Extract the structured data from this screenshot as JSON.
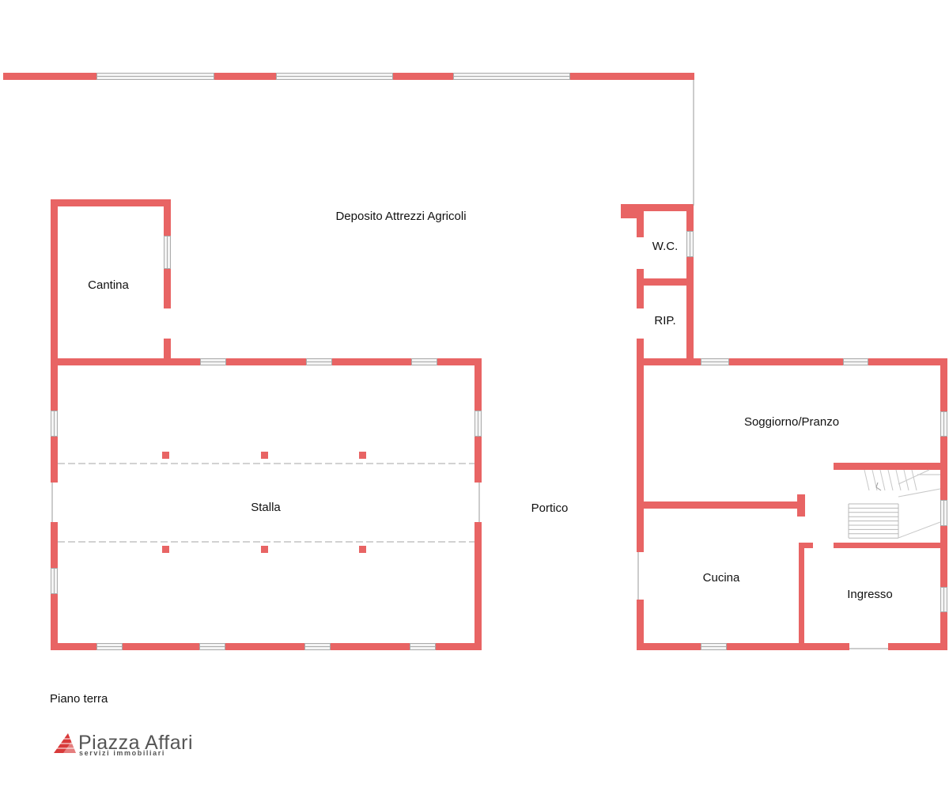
{
  "colors": {
    "wall": "#e86464",
    "window_glass": "#f4f4f4",
    "window_frame": "#aaaaaa",
    "outline": "#9a9a9a",
    "beam_line": "#c4c4c4",
    "logo_red": "#d83a3a"
  },
  "plan": {
    "rooms": {
      "deposito": "Deposito Attrezzi Agricoli",
      "cantina": "Cantina",
      "stalla": "Stalla",
      "portico": "Portico",
      "wc": "W.C.",
      "rip": "RIP.",
      "soggiorno": "Soggiorno/Pranzo",
      "cucina": "Cucina",
      "ingresso": "Ingresso"
    },
    "floor_label": "Piano terra"
  },
  "logo": {
    "name": "Piazza Affari",
    "tagline": "servizi immobiliari"
  }
}
